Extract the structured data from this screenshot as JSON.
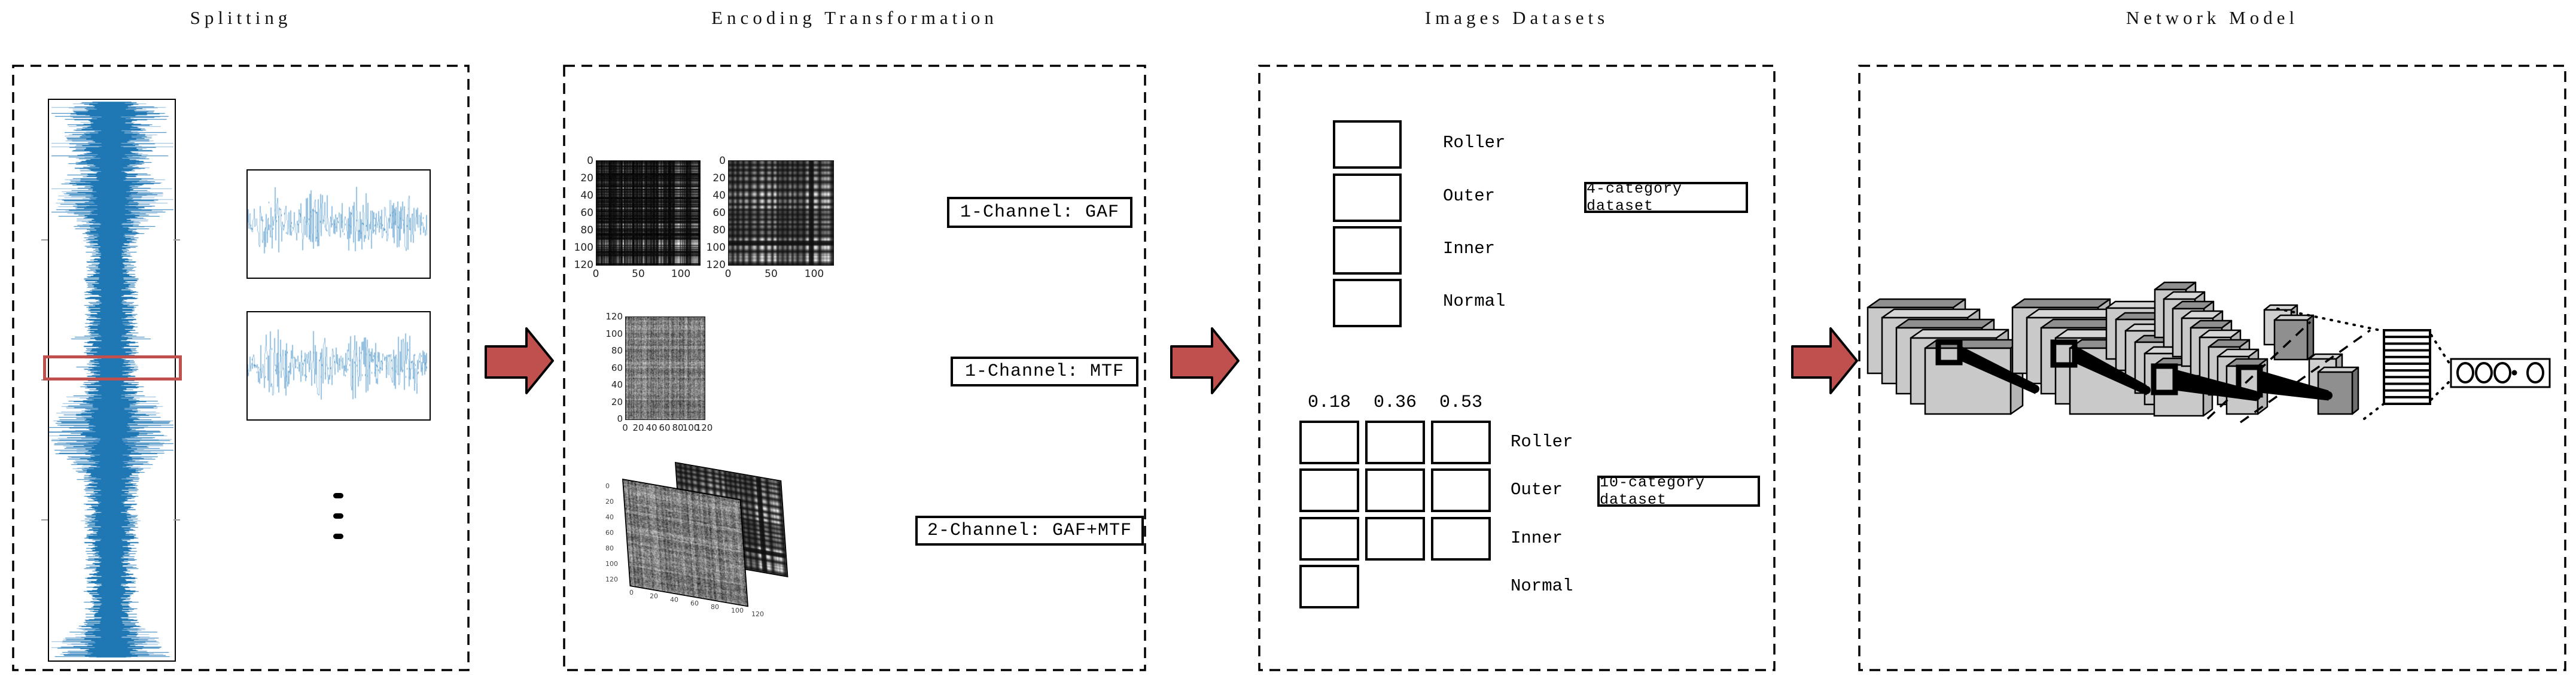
{
  "panels": {
    "splitting": {
      "title": "Splitting",
      "ellipsis": "vertical-ellipsis"
    },
    "encoding": {
      "title": "Encoding Transformation",
      "labels": {
        "gaf": "1-Channel: GAF",
        "mtf": "1-Channel: MTF",
        "gafmtf": "2-Channel: GAF+MTF"
      },
      "axes": {
        "img_y_ticks": [
          "0",
          "20",
          "40",
          "60",
          "80",
          "100",
          "120"
        ],
        "img_x_ticks": [
          "0",
          "50",
          "100"
        ],
        "mtf_y_ticks": [
          "120",
          "100",
          "80",
          "60",
          "40",
          "20",
          "0"
        ],
        "mtf_x_ticks": [
          "0",
          "20",
          "40",
          "60",
          "80",
          "100",
          "120"
        ],
        "stack_y_ticks": [
          "0",
          "20",
          "40",
          "60",
          "80",
          "100",
          "120"
        ],
        "stack_x_ticks": [
          "0",
          "20",
          "40",
          "60",
          "80",
          "100",
          "120"
        ]
      }
    },
    "datasets": {
      "title": "Images Datasets",
      "four": {
        "categories": [
          "Roller",
          "Outer",
          "Inner",
          "Normal"
        ],
        "label": "4-category dataset"
      },
      "ten": {
        "diameters": [
          "0.18",
          "0.36",
          "0.53"
        ],
        "categories": [
          "Roller",
          "Outer",
          "Inner",
          "Normal"
        ],
        "label": "10-category dataset"
      }
    },
    "network": {
      "title": "Network Model"
    }
  },
  "colors": {
    "accent_red": "#c0504d",
    "signal_blue": "#1f77b4",
    "signal_blue_light": "#8bb9dc",
    "slab_front": "#c9c9c9",
    "slab_dark_top": "#8f8f8f",
    "slab_light_top": "#d6d6d6",
    "ink": "#000000"
  }
}
